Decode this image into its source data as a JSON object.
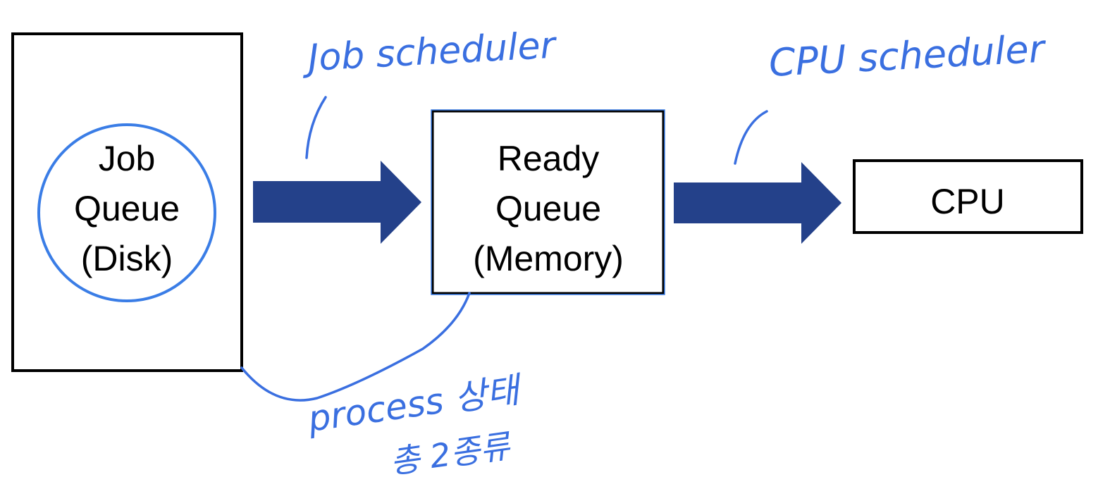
{
  "job_queue": {
    "lines": [
      "Job",
      "Queue",
      "(Disk)"
    ]
  },
  "ready_queue": {
    "lines": [
      "Ready",
      "Queue",
      "(Memory)"
    ]
  },
  "cpu": {
    "label": "CPU"
  },
  "annotations": {
    "job_scheduler": "Job scheduler",
    "cpu_scheduler": "CPU scheduler",
    "process_note_line1": "process 상태",
    "process_note_line2": "총 2종류"
  },
  "colors": {
    "arrow": "#24418a",
    "ink": "#3a6fe0",
    "box_border": "#000000"
  }
}
